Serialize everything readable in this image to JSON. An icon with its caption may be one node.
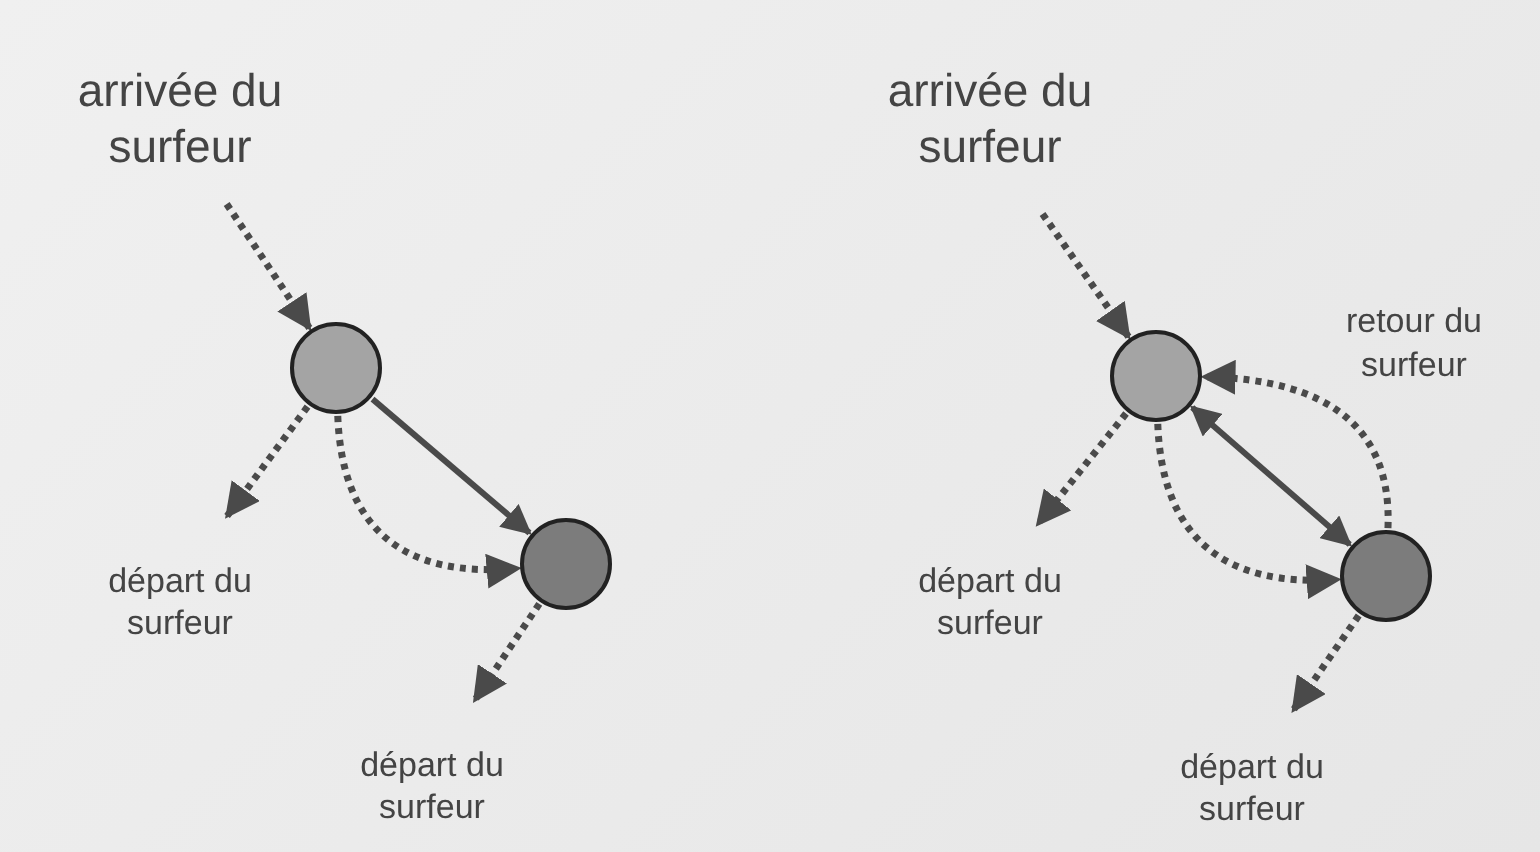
{
  "diagram": {
    "nodes": [
      {
        "text": [
          "arrivée du surfeur"
        ]
      },
      {
        "text": [],
        "shape": "circle"
      },
      {
        "text": [],
        "shape": "circle"
      },
      {
        "text": [
          "départ du surfeur"
        ]
      },
      {
        "text": [
          "départ du surfeur"
        ]
      },
      {
        "text": [
          "arrivée du surfeur"
        ]
      },
      {
        "text": [],
        "shape": "circle"
      },
      {
        "text": [],
        "shape": "circle"
      },
      {
        "text": [
          "départ du surfeur"
        ]
      },
      {
        "text": [
          "départ du surfeur"
        ]
      }
    ],
    "edges": [
      {
        "from": 0,
        "to": 1,
        "arrow": "to",
        "style": "dashed"
      },
      {
        "from": 1,
        "to": 2,
        "arrow": "to"
      },
      {
        "from": 1,
        "to": 2,
        "arrow": "to",
        "style": "dashed"
      },
      {
        "from": 1,
        "to": 3,
        "arrow": "to",
        "style": "dashed"
      },
      {
        "from": 2,
        "to": 4,
        "arrow": "to",
        "style": "dashed"
      },
      {
        "from": 5,
        "to": 6,
        "arrow": "to",
        "style": "dashed"
      },
      {
        "from": 6,
        "to": 7,
        "arrow": "both"
      },
      {
        "from": 6,
        "to": 7,
        "arrow": "to",
        "style": "dashed"
      },
      {
        "from": 7,
        "to": 6,
        "arrow": "to",
        "style": "dashed",
        "label": "retour du surfeur"
      },
      {
        "from": 6,
        "to": 8,
        "arrow": "to",
        "style": "dashed"
      },
      {
        "from": 7,
        "to": 9,
        "arrow": "to",
        "style": "dashed"
      }
    ]
  }
}
